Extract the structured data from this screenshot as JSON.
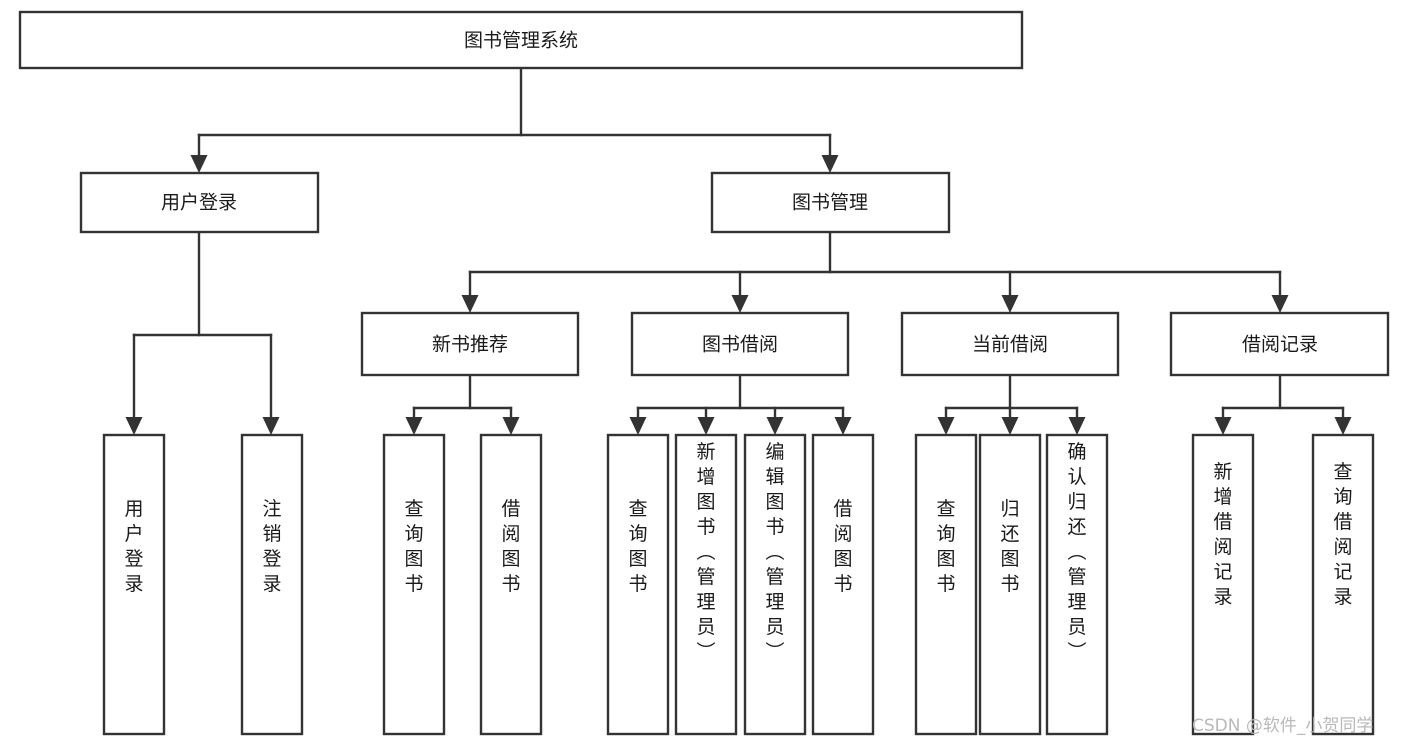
{
  "diagram": {
    "title": "图书管理系统",
    "type": "hierarchy-tree",
    "orientation": "top-down",
    "line_color": "#333333",
    "box_fill": "#ffffff",
    "text_color": "#1a1a1a",
    "root": {
      "id": "root",
      "label": "图书管理系统"
    },
    "level1": [
      {
        "id": "user-login",
        "label": "用户登录"
      },
      {
        "id": "book-manage",
        "label": "图书管理"
      }
    ],
    "level2": [
      {
        "id": "new-book-recommend",
        "label": "新书推荐",
        "parent": "book-manage"
      },
      {
        "id": "book-borrow",
        "label": "图书借阅",
        "parent": "book-manage"
      },
      {
        "id": "current-borrow",
        "label": "当前借阅",
        "parent": "book-manage"
      },
      {
        "id": "borrow-record",
        "label": "借阅记录",
        "parent": "book-manage"
      }
    ],
    "leaves": [
      {
        "id": "leaf-user-login",
        "label": "用户登录",
        "parent": "user-login"
      },
      {
        "id": "leaf-user-logout",
        "label": "注销登录",
        "parent": "user-login"
      },
      {
        "id": "leaf-query-book-1",
        "label": "查询图书",
        "parent": "new-book-recommend"
      },
      {
        "id": "leaf-borrow-book-1",
        "label": "借阅图书",
        "parent": "new-book-recommend"
      },
      {
        "id": "leaf-query-book-2",
        "label": "查询图书",
        "parent": "book-borrow"
      },
      {
        "id": "leaf-add-book",
        "label": "新增图书（管理员）",
        "parent": "book-borrow"
      },
      {
        "id": "leaf-edit-book",
        "label": "编辑图书（管理员）",
        "parent": "book-borrow"
      },
      {
        "id": "leaf-borrow-book-2",
        "label": "借阅图书",
        "parent": "book-borrow"
      },
      {
        "id": "leaf-query-book-3",
        "label": "查询图书",
        "parent": "current-borrow"
      },
      {
        "id": "leaf-return-book",
        "label": "归还图书",
        "parent": "current-borrow"
      },
      {
        "id": "leaf-confirm-return",
        "label": "确认归还（管理员）",
        "parent": "current-borrow"
      },
      {
        "id": "leaf-add-record",
        "label": "新增借阅记录",
        "parent": "borrow-record"
      },
      {
        "id": "leaf-query-record",
        "label": "查询借阅记录",
        "parent": "borrow-record"
      }
    ]
  },
  "watermark": {
    "text": "CSDN @软件_小贺同学"
  }
}
